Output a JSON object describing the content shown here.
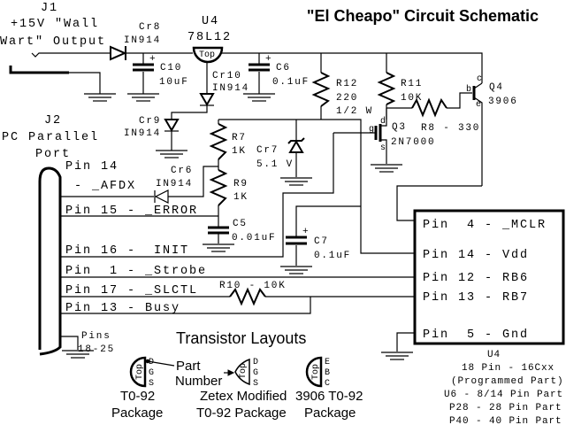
{
  "title": "\"El Cheapo\" Circuit Schematic",
  "j1": {
    "ref": "J1",
    "line1": "+15V \"Wall",
    "line2": "Wart\" Output"
  },
  "cr8": {
    "ref": "Cr8",
    "part": "IN914"
  },
  "u4_reg": {
    "ref": "U4",
    "part": "78L12",
    "top": "Top"
  },
  "c10": {
    "ref": "C10",
    "value": "10uF"
  },
  "cr10": {
    "ref": "Cr10",
    "part": "IN914"
  },
  "c6": {
    "ref": "C6",
    "value": "0.1uF"
  },
  "r12": {
    "ref": "R12",
    "value": "220",
    "rating": "1/2 W"
  },
  "r11": {
    "ref": "R11",
    "value": "10K"
  },
  "q4": {
    "ref": "Q4",
    "part": "3906",
    "c": "c",
    "b": "b",
    "e": "e"
  },
  "q3": {
    "ref": "Q3",
    "part": "2N7000",
    "d": "d",
    "g": "g",
    "s": "s"
  },
  "r8": {
    "label": "R8 - 330"
  },
  "j2": {
    "ref": "J2",
    "line1": "PC Parallel",
    "line2": "Port"
  },
  "cr9": {
    "ref": "Cr9",
    "part": "IN914"
  },
  "r7": {
    "ref": "R7",
    "value": "1K"
  },
  "cr7": {
    "ref": "Cr7",
    "value": "5.1 V"
  },
  "cr6": {
    "ref": "Cr6",
    "part": "IN914"
  },
  "r9": {
    "ref": "R9",
    "value": "1K"
  },
  "c5": {
    "ref": "C5",
    "value": "0.01uF"
  },
  "c7": {
    "ref": "C7",
    "value": "0.1uF"
  },
  "r10": {
    "label": "R10 - 10K"
  },
  "plus": "+",
  "pins_left": {
    "p14a": "Pin 14",
    "p14b": "- _AFDX",
    "p15": "Pin 15 - _ERROR",
    "p16": "Pin 16 -  INIT",
    "p1": "Pin  1 - _Strobe",
    "p17": "Pin 17 - _SLCTL",
    "p13": "Pin 13 - Busy",
    "gnd1": "Pins",
    "gnd2": "18-25"
  },
  "mcu": {
    "pins": [
      "Pin  4 - _MCLR",
      "Pin 14 - Vdd",
      "Pin 12 - RB6",
      "Pin 13 - RB7",
      "Pin  5 - Gnd"
    ],
    "ref": "U4",
    "notes": [
      "18 Pin - 16Cxx",
      "(Programmed Part)",
      "U6 - 8/14 Pin Part",
      "P28 - 28 Pin Part",
      "P40 - 40 Pin Part"
    ]
  },
  "layouts": {
    "heading": "Transistor Layouts",
    "top": "Top",
    "part_number": [
      "Part",
      "Number"
    ],
    "to92": {
      "pins": [
        "D",
        "G",
        "S"
      ],
      "caption": [
        "T0-92",
        "Package"
      ]
    },
    "zetex": {
      "pins": [
        "D",
        "G",
        "S"
      ],
      "caption": [
        "Zetex Modified",
        "T0-92 Package"
      ]
    },
    "pnp": {
      "pins": [
        "E",
        "B",
        "C"
      ],
      "caption": [
        "3906 T0-92",
        "Package"
      ]
    }
  }
}
